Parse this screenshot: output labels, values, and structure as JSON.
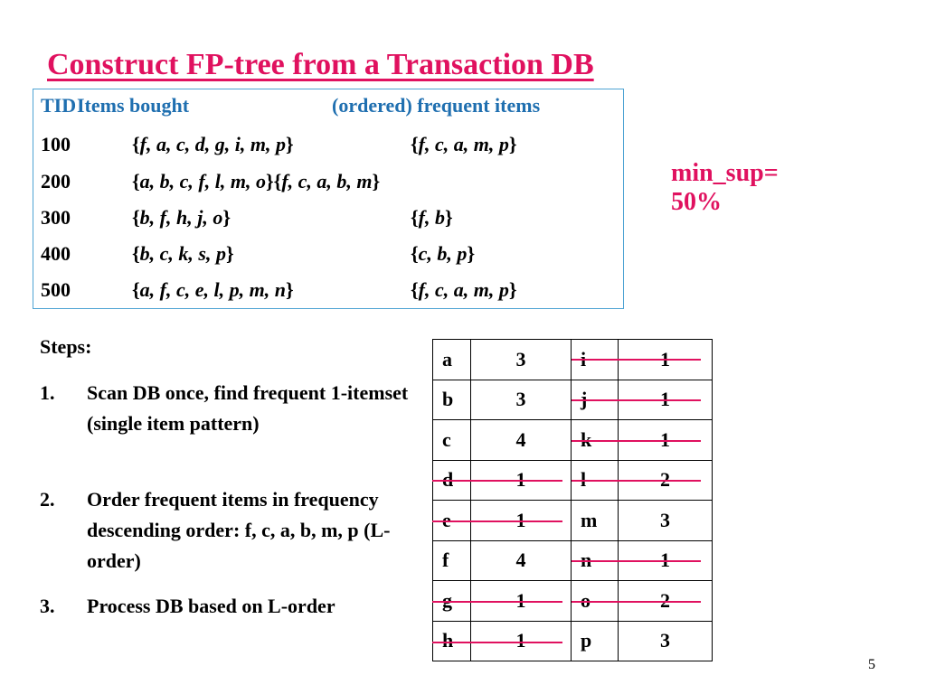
{
  "slide": {
    "title": "Construct FP-tree from a Transaction DB",
    "min_sup": "min_sup=\n50%",
    "page_number": "5"
  },
  "db": {
    "header": {
      "tid": "TID",
      "items": "Items bought",
      "freq": "(ordered) frequent items"
    },
    "rows": [
      {
        "tid": "100",
        "items_inner": "f, a, c, d, g, i, m, p",
        "freq_inner": "f, c, a, m, p"
      },
      {
        "tid": "200",
        "items_inner": "a, b, c, f, l, m, o",
        "freq_inner": "f, c, a, b, m"
      },
      {
        "tid": "300",
        "items_inner": "b, f, h, j, o",
        "freq_inner": "f, b"
      },
      {
        "tid": "400",
        "items_inner": "b, c, k, s, p",
        "freq_inner": "c, b, p"
      },
      {
        "tid": "500",
        "items_inner": "a, f, c, e, l, p, m, n",
        "freq_inner": "f, c, a, m, p"
      }
    ]
  },
  "steps": {
    "title": "Steps:",
    "items": [
      {
        "num": "1.",
        "text": "Scan DB once, find frequent 1-itemset (single item pattern)"
      },
      {
        "num": "2.",
        "text": "Order frequent items in frequency descending order: f, c, a, b, m, p (L-order)"
      },
      {
        "num": "3.",
        "text": "Process DB based on L-order"
      }
    ]
  },
  "item_counts": {
    "left": [
      {
        "item": "a",
        "count": "3",
        "struck": false
      },
      {
        "item": "b",
        "count": "3",
        "struck": false
      },
      {
        "item": "c",
        "count": "4",
        "struck": false
      },
      {
        "item": "d",
        "count": "1",
        "struck": true
      },
      {
        "item": "e",
        "count": "1",
        "struck": true
      },
      {
        "item": "f",
        "count": "4",
        "struck": false
      },
      {
        "item": "g",
        "count": "1",
        "struck": true
      },
      {
        "item": "h",
        "count": "1",
        "struck": true
      }
    ],
    "right": [
      {
        "item": "i",
        "count": "1",
        "struck": true
      },
      {
        "item": "j",
        "count": "1",
        "struck": true
      },
      {
        "item": "k",
        "count": "1",
        "struck": true
      },
      {
        "item": "l",
        "count": "2",
        "struck": true
      },
      {
        "item": "m",
        "count": "3",
        "struck": false
      },
      {
        "item": "n",
        "count": "1",
        "struck": true
      },
      {
        "item": "o",
        "count": "2",
        "struck": true
      },
      {
        "item": "p",
        "count": "3",
        "struck": false
      }
    ]
  },
  "colors": {
    "accent": "#e0115f",
    "header_blue": "#1f6fb0",
    "box_border": "#4ea3d3"
  }
}
